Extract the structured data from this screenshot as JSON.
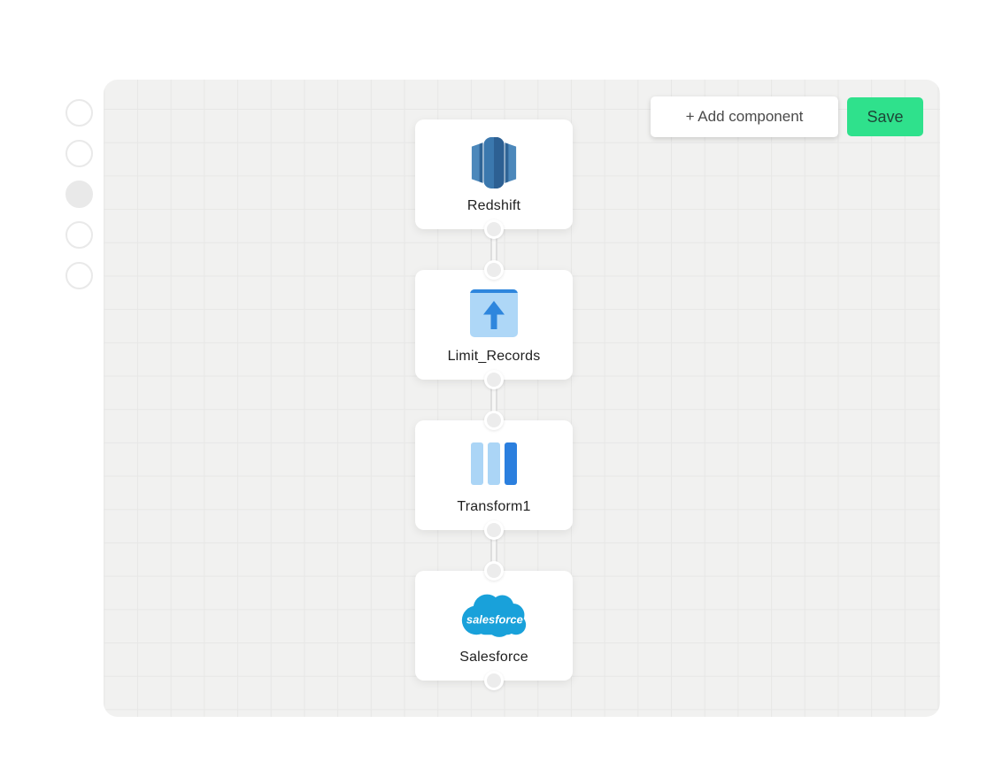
{
  "toolbar": {
    "add_component_label": "+ Add component",
    "save_label": "Save"
  },
  "stepper": {
    "dot_count": 5,
    "active_index": 2
  },
  "pipeline": {
    "nodes": [
      {
        "label": "Redshift",
        "icon": "redshift-icon"
      },
      {
        "label": "Limit_Records",
        "icon": "limit-records-icon"
      },
      {
        "label": "Transform1",
        "icon": "transform-icon"
      },
      {
        "label": "Salesforce",
        "icon": "salesforce-icon",
        "logo_text": "salesforce"
      }
    ],
    "connections": [
      {
        "from": "Redshift",
        "to": "Limit_Records"
      },
      {
        "from": "Limit_Records",
        "to": "Transform1"
      },
      {
        "from": "Transform1",
        "to": "Salesforce"
      }
    ]
  },
  "colors": {
    "canvas_bg": "#f1f1f0",
    "grid_line": "#e7e7e6",
    "save_button_bg": "#2fe18c",
    "save_button_text": "#1e4637",
    "salesforce_blue": "#19a1da",
    "component_blue": "#2e86dd",
    "component_light_blue": "#aed7f7",
    "redshift_blue": "#3b78ae"
  }
}
